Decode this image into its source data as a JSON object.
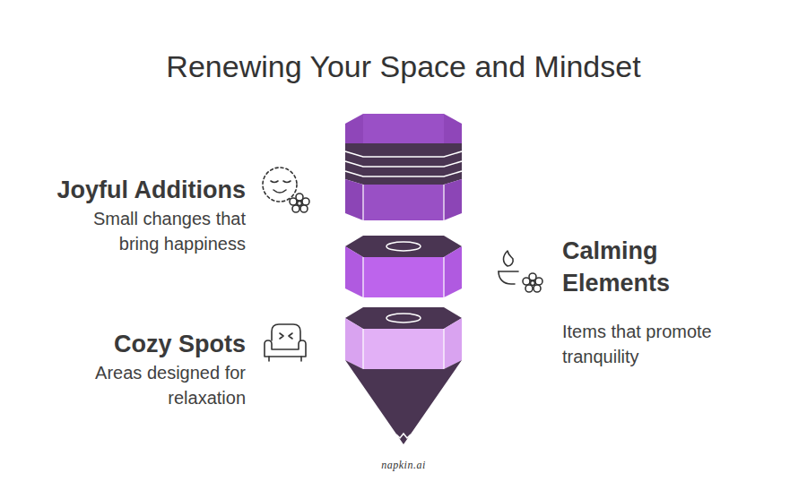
{
  "diagram": {
    "title": "Renewing Your Space and Mindset",
    "nodes": [
      {
        "text": [
          "Joyful Additions",
          "Small changes that bring happiness"
        ]
      },
      {
        "text": [
          "Calming Elements",
          "Items that promote tranquility"
        ]
      },
      {
        "text": [
          "Cozy Spots",
          "Areas designed for relaxation"
        ]
      }
    ],
    "labels": [
      "napkin.ai"
    ]
  }
}
